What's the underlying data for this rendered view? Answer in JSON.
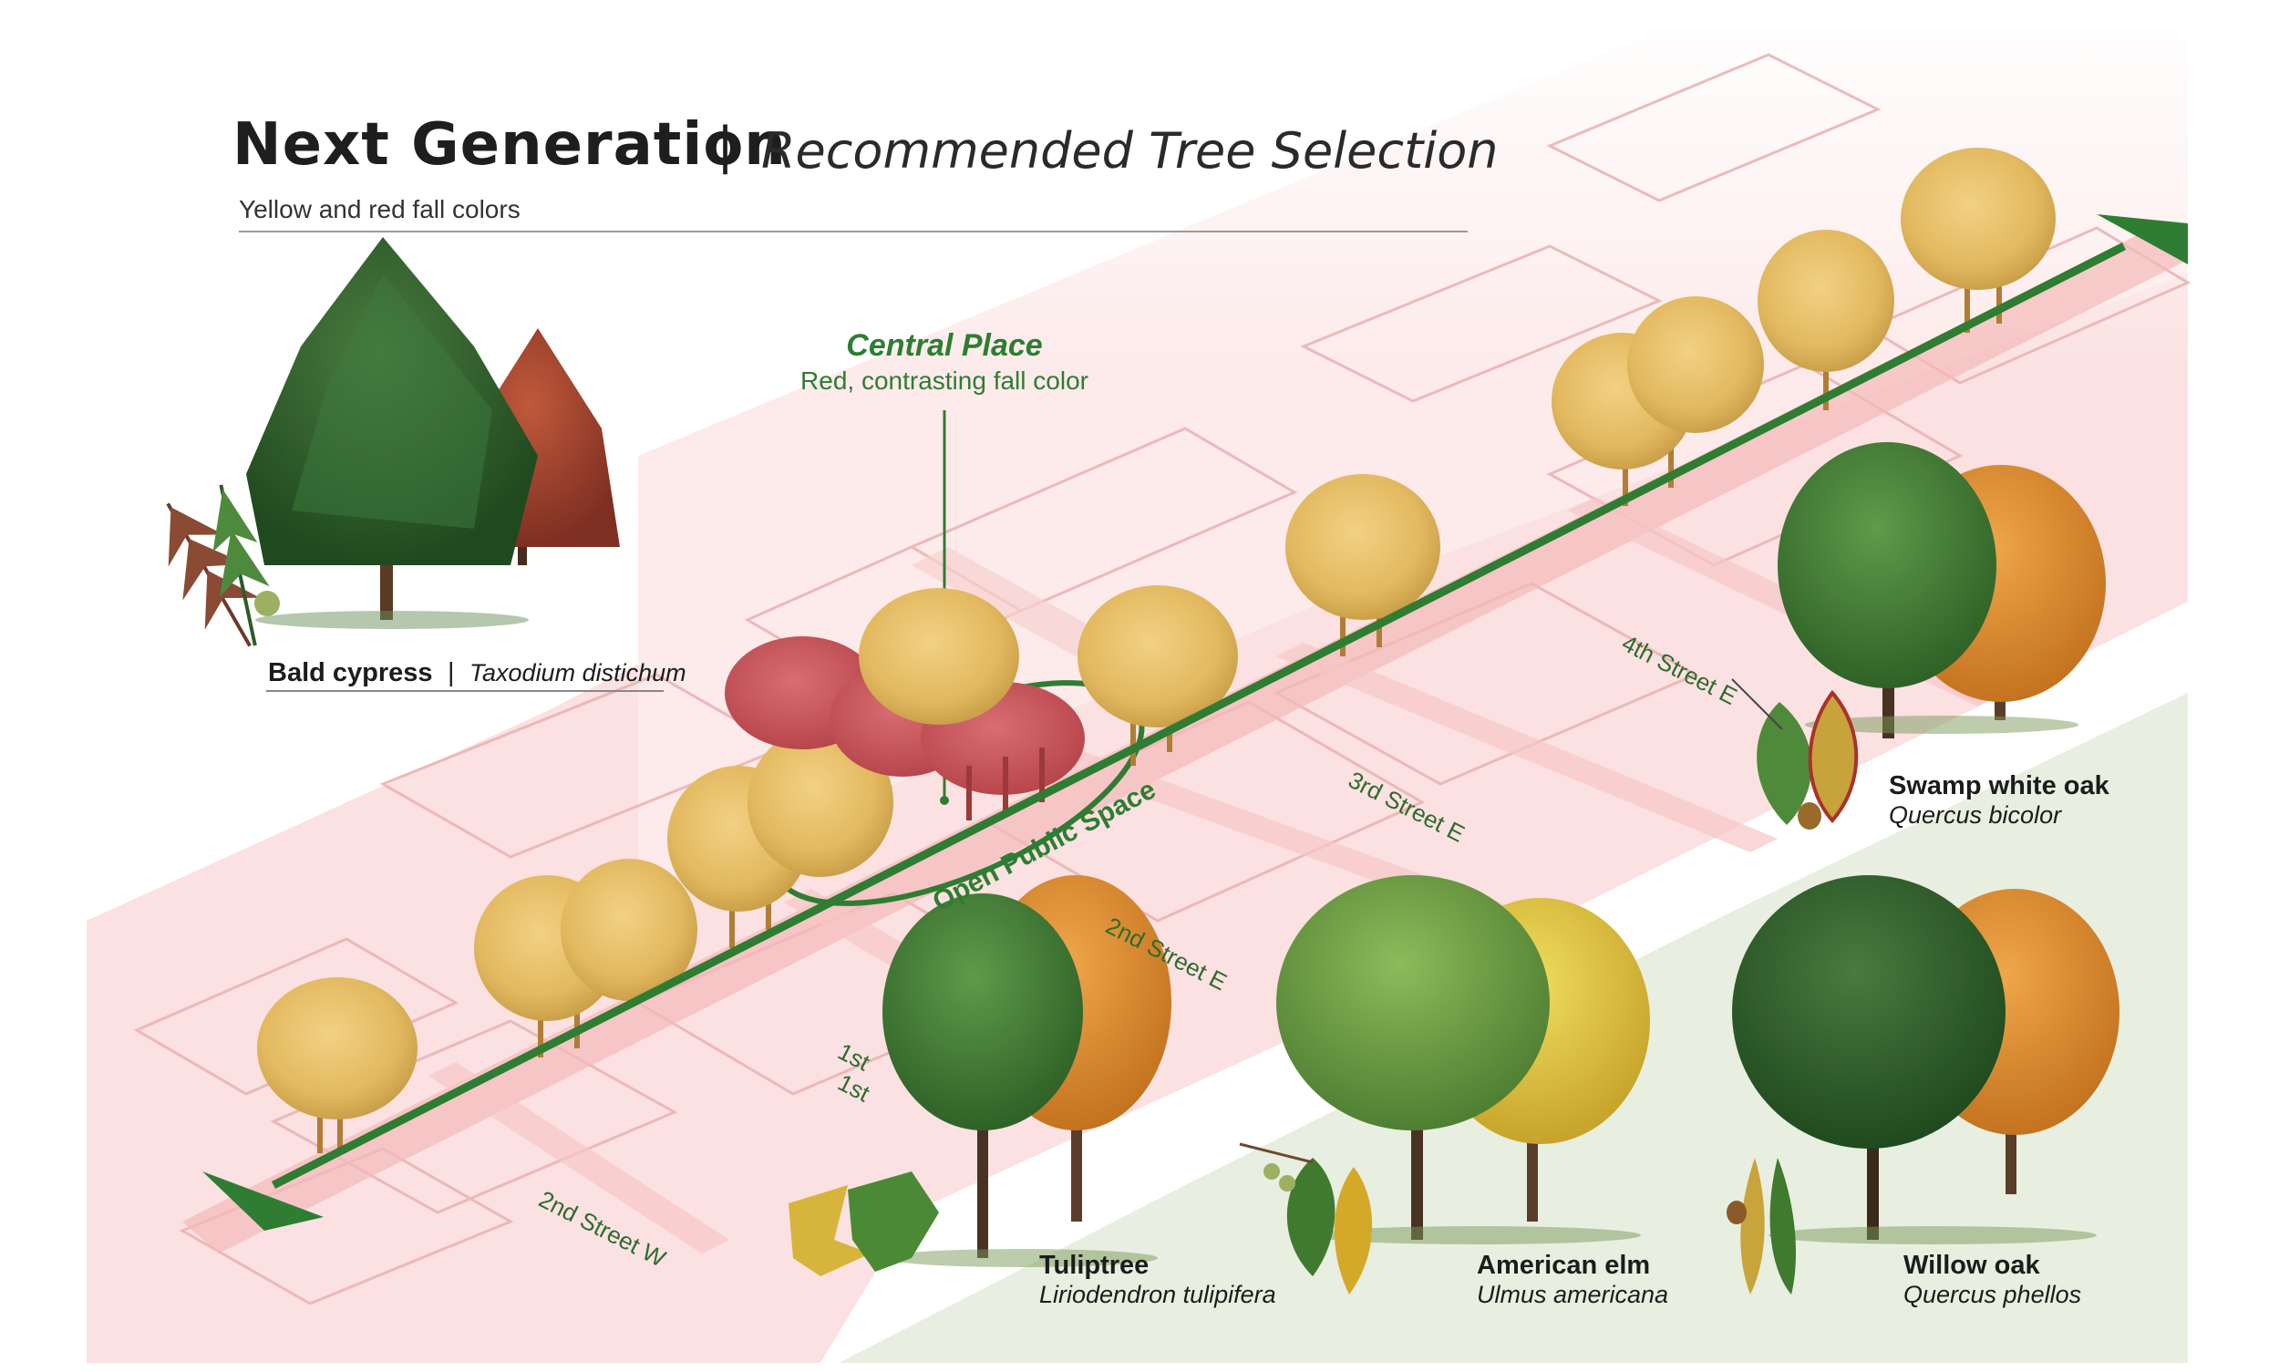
{
  "header": {
    "title": "Next Generation",
    "separator": "|",
    "subtitle": "Recommended Tree Selection",
    "note": "Yellow and red fall colors"
  },
  "central_place": {
    "title": "Central Place",
    "description": "Red, contrasting fall color",
    "area_label": "Open Public Space"
  },
  "streets": {
    "second_w": "2nd Street W",
    "first_a": "1st",
    "first_b": "1st",
    "second_e": "2nd Street E",
    "third_e": "3rd Street E",
    "fourth_e": "4th Street E"
  },
  "trees": {
    "bald_cypress": {
      "common": "Bald cypress",
      "separator": "|",
      "scientific": "Taxodium distichum"
    },
    "swamp_white_oak": {
      "common": "Swamp white oak",
      "scientific": "Quercus bicolor"
    },
    "tuliptree": {
      "common": "Tuliptree",
      "scientific": "Liriodendron tulipifera"
    },
    "american_elm": {
      "common": "American elm",
      "scientific": "Ulmus americana"
    },
    "willow_oak": {
      "common": "Willow oak",
      "scientific": "Quercus phellos"
    }
  },
  "colors": {
    "street_fill": "#f7c9c9",
    "street_line": "#e8a6a6",
    "route_green": "#2e7d32",
    "fall_yellow": "#e5bd64",
    "fall_red": "#c6535b",
    "land_green": "#e9f0e2"
  }
}
